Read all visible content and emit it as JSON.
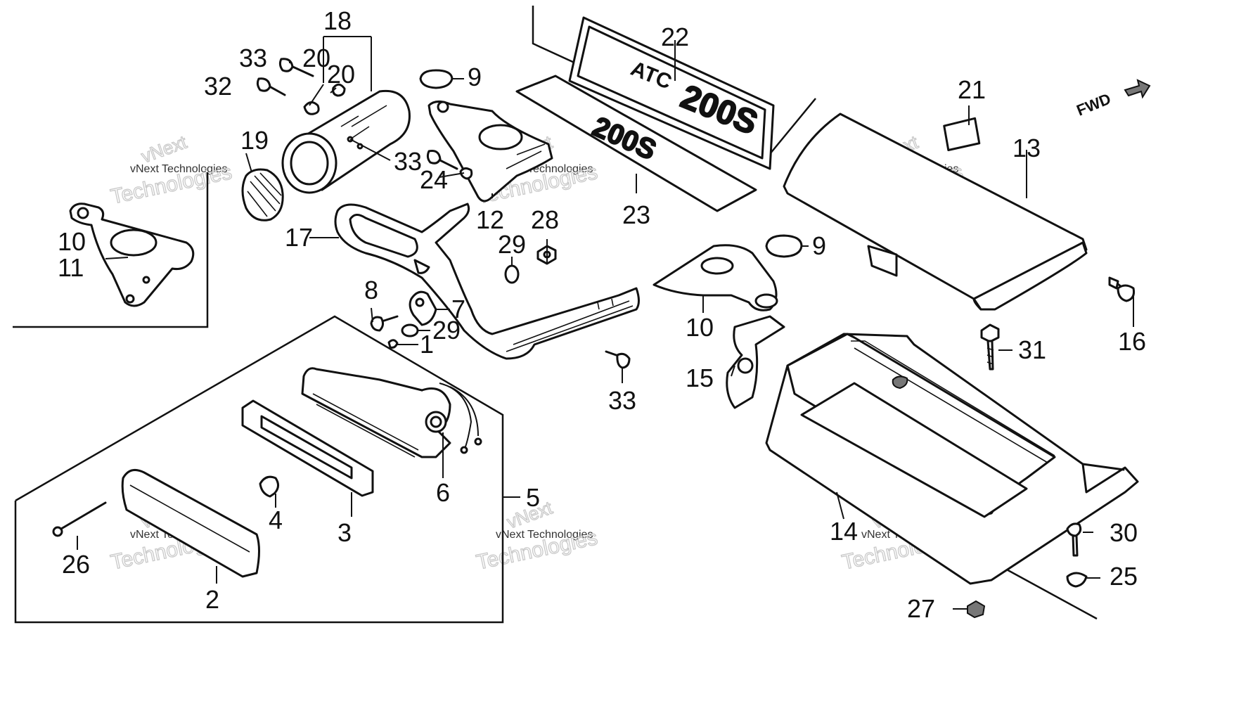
{
  "diagram": {
    "callouts": {
      "p1": "1",
      "p2": "2",
      "p3": "3",
      "p4": "4",
      "p5": "5",
      "p6": "6",
      "p7": "7",
      "p8": "8",
      "p9a": "9",
      "p9b": "9",
      "p10a": "10",
      "p10b": "10",
      "p11": "11",
      "p12": "12",
      "p13": "13",
      "p14": "14",
      "p15": "15",
      "p16": "16",
      "p17": "17",
      "p18": "18",
      "p19": "19",
      "p20a": "20",
      "p20b": "20",
      "p21": "21",
      "p22": "22",
      "p23": "23",
      "p24": "24",
      "p25": "25",
      "p26": "26",
      "p27": "27",
      "p28": "28",
      "p29a": "29",
      "p29b": "29",
      "p30": "30",
      "p31": "31",
      "p32": "32",
      "p33a": "33",
      "p33b": "33",
      "p33c": "33"
    },
    "emblem_atc": "ATC",
    "emblem_model": "200S",
    "emblem_model_lower": "200S",
    "fwd_label": "FWD",
    "watermark_logo": "vNext",
    "watermark_company": "vNext Technologies",
    "watermark_word": "Technologies"
  }
}
